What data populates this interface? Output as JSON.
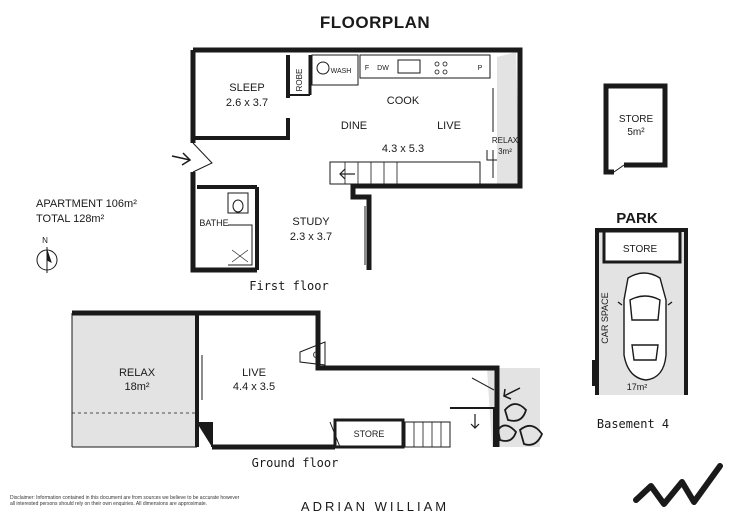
{
  "title": "FLOORPLAN",
  "area": {
    "apartment": "APARTMENT 106m²",
    "total": "TOTAL 128m²"
  },
  "first_floor": {
    "caption": "First floor",
    "rooms": {
      "sleep": "SLEEP",
      "sleep_size": "2.6 x 3.7",
      "robe": "ROBE",
      "wash": "WASH",
      "fridge": "F",
      "dishwasher": "DW",
      "pantry": "P",
      "cook": "COOK",
      "dine": "DINE",
      "live": "LIVE",
      "live_size": "4.3 x 5.3",
      "relax": "RELAX",
      "relax_area": "3m²",
      "bathe": "BATHE",
      "study": "STUDY",
      "study_size": "2.3 x 3.7"
    }
  },
  "ground_floor": {
    "caption": "Ground floor",
    "rooms": {
      "relax": "RELAX",
      "relax_area": "18m²",
      "live": "LIVE",
      "live_size": "4.4 x 3.5",
      "cupboard": "C",
      "store": "STORE"
    }
  },
  "store_unit": {
    "label": "STORE",
    "area": "5m²"
  },
  "basement": {
    "heading": "PARK",
    "store": "STORE",
    "car_space": "CAR SPACE",
    "area": "17m²",
    "caption": "Basement 4"
  },
  "compass_letter": "N",
  "brand": "ADRIAN WILLIAM",
  "disclaimer": "Disclaimer: Information contained in this document are from sources we believe to be accurate however all interested persons should rely on their own enquiries. All dimensions are approximate.",
  "colors": {
    "wall": "#1a1a1a",
    "shaded_area": "#e3e3e3",
    "paper": "#ffffff"
  }
}
